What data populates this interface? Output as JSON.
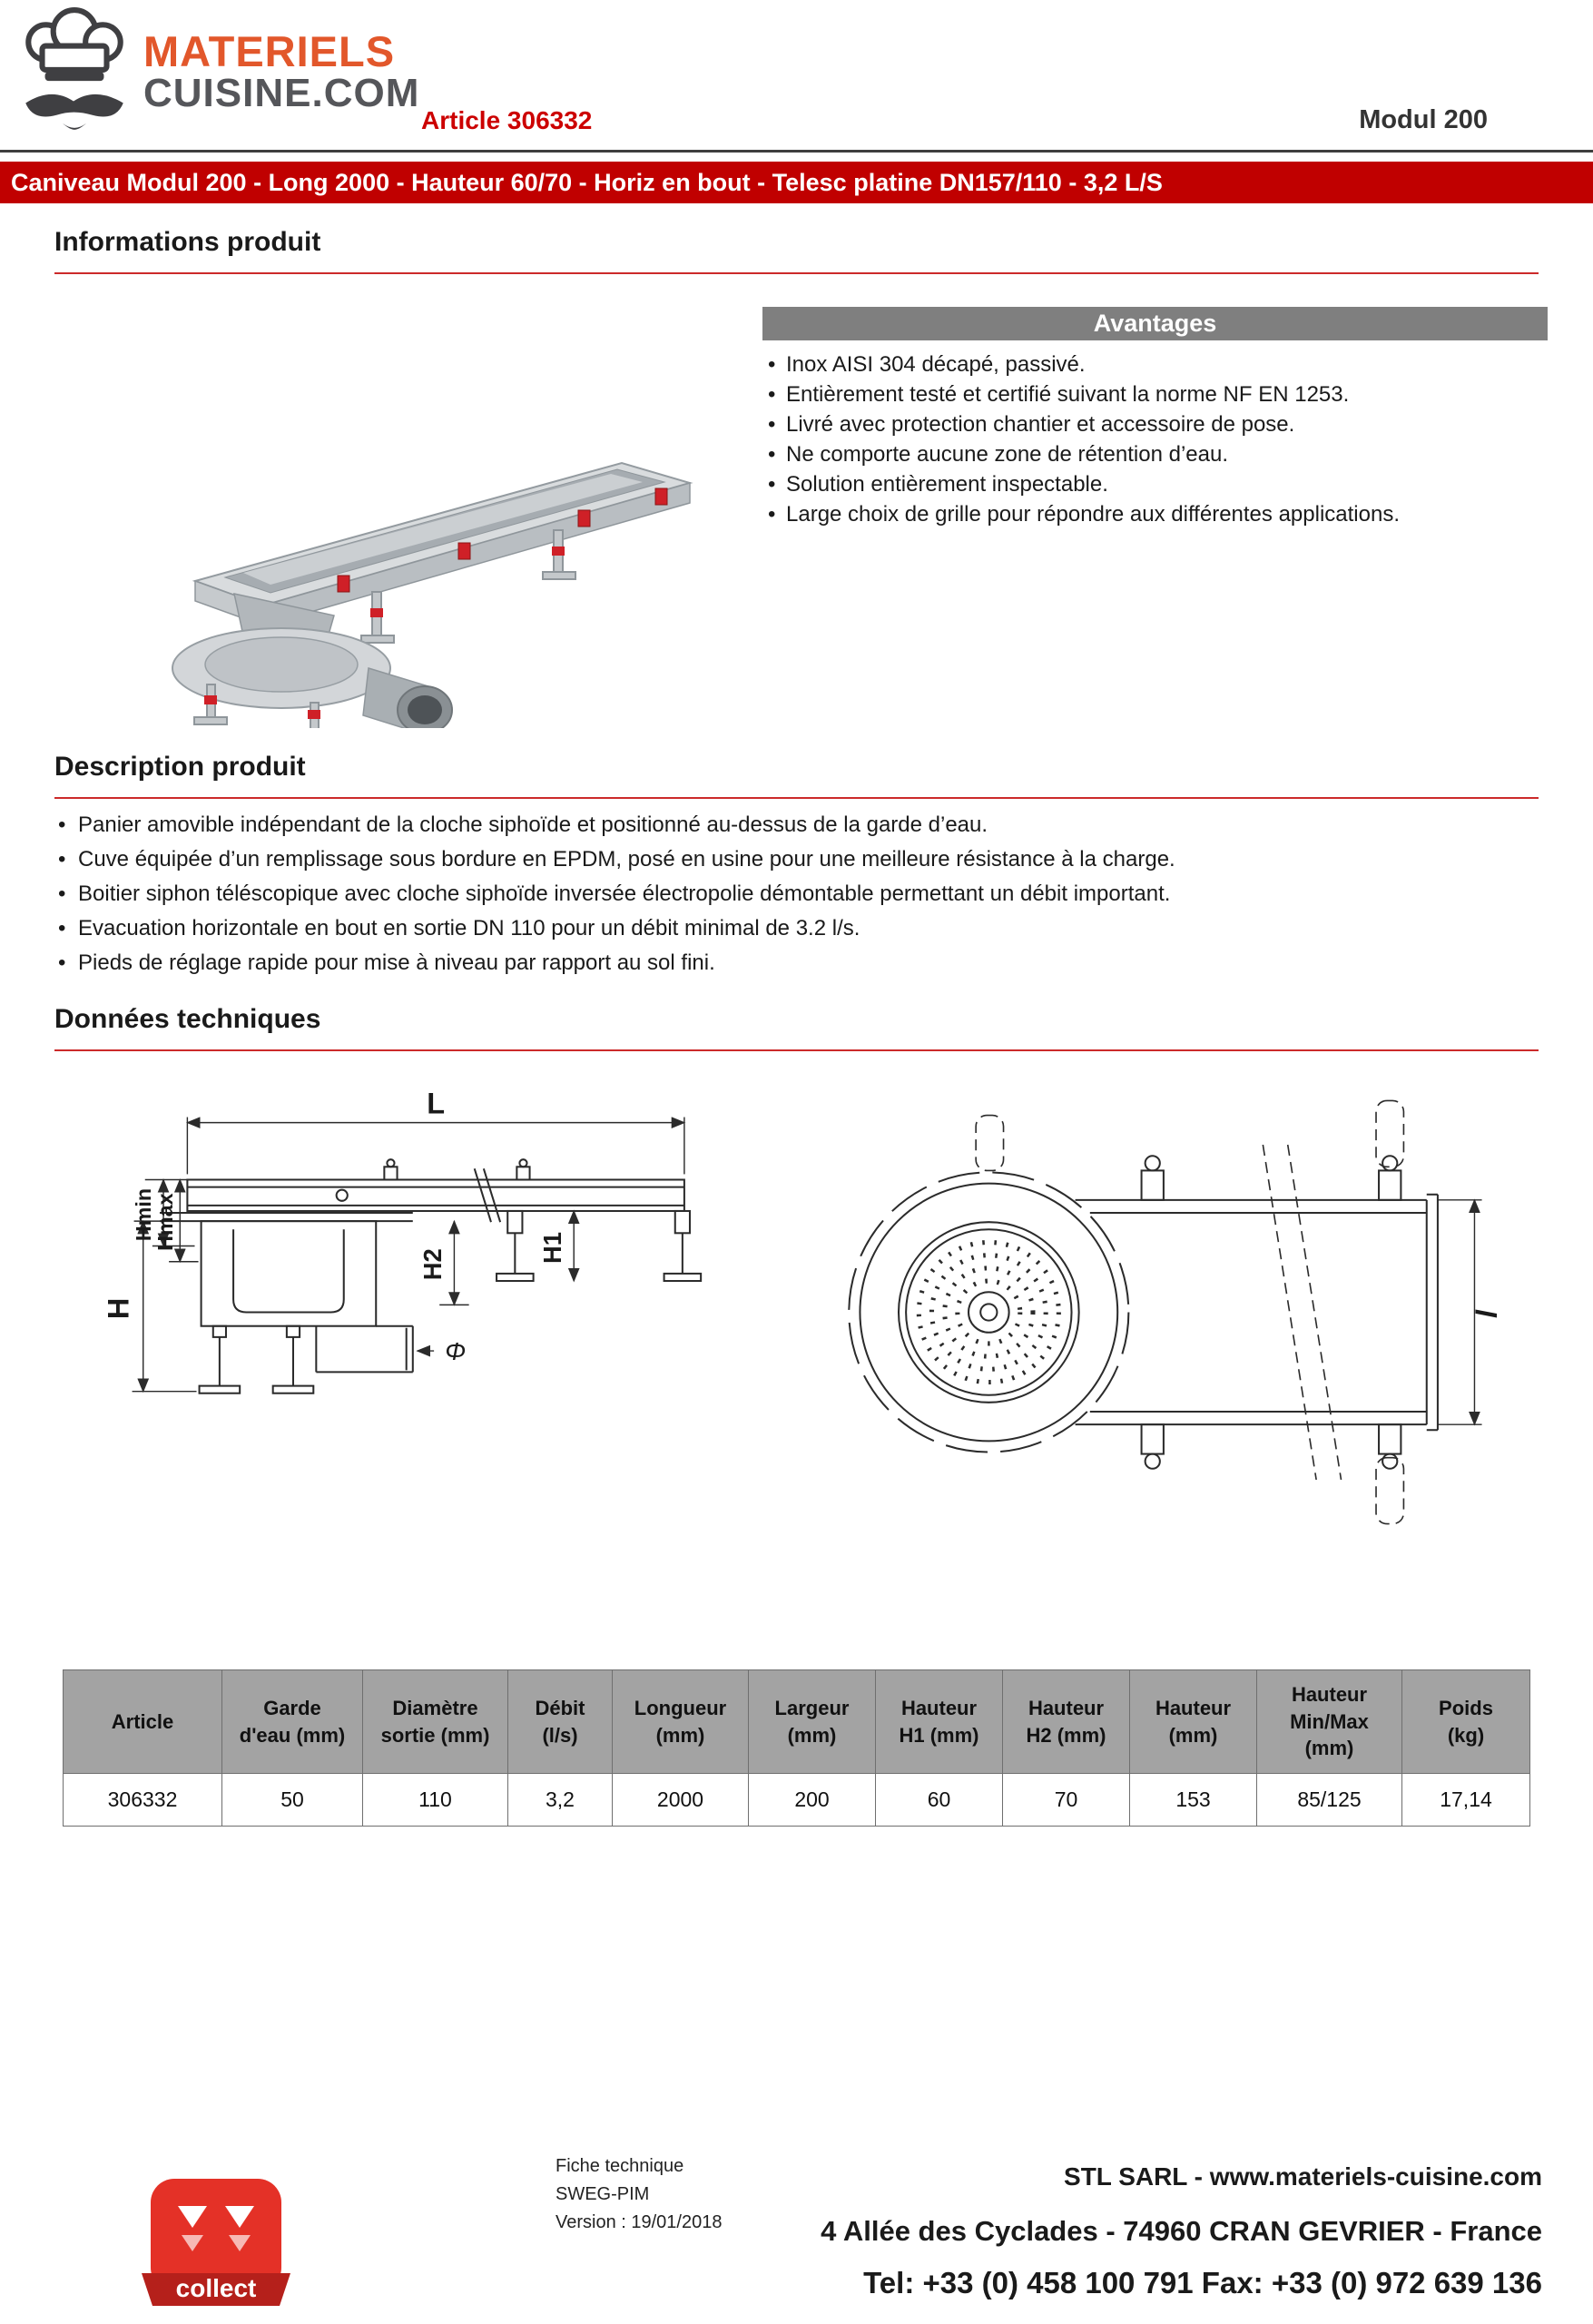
{
  "header": {
    "logo_line1": "MATERIELS",
    "logo_line2": "CUISINE.COM",
    "article_label": "Article 306332",
    "model": "Modul 200"
  },
  "banner": {
    "title": "Caniveau Modul 200 - Long 2000 - Hauteur 60/70 - Horiz en bout - Telesc platine DN157/110 - 3,2 L/S"
  },
  "sections": {
    "informations": "Informations produit",
    "description": "Description produit",
    "donnees": "Données techniques"
  },
  "avantages": {
    "title": "Avantages",
    "items": [
      "Inox AISI 304 décapé, passivé.",
      "Entièrement testé et certifié suivant la norme NF EN 1253.",
      "Livré avec protection chantier et accessoire de pose.",
      "Ne comporte aucune zone de rétention d’eau.",
      "Solution entièrement inspectable.",
      "Large choix de grille pour répondre aux différentes applications."
    ]
  },
  "description_items": [
    "Panier amovible indépendant de la cloche siphoïde et positionné au-dessus de la garde d’eau.",
    "Cuve équipée d’un remplissage sous bordure en EPDM, posé en usine pour une meilleure résistance à la charge.",
    "Boitier siphon téléscopique avec cloche siphoïde inversée électropolie démontable permettant un débit important.",
    "Evacuation horizontale en bout en sortie DN 110 pour un débit minimal de 3.2 l/s.",
    "Pieds de réglage rapide pour mise à niveau par rapport au sol fini."
  ],
  "drawings": {
    "labels": {
      "L": "L",
      "Hmin": "Hmin",
      "Hmax": "Hmax",
      "H": "H",
      "H2": "H2",
      "H1": "H1",
      "phi": "Φ",
      "l": "l"
    }
  },
  "table": {
    "headers": [
      "Article",
      "Garde\nd'eau (mm)",
      "Diamètre\nsortie (mm)",
      "Débit\n(l/s)",
      "Longueur\n(mm)",
      "Largeur\n(mm)",
      "Hauteur\nH1  (mm)",
      "Hauteur\nH2  (mm)",
      "Hauteur\n(mm)",
      "Hauteur\nMin/Max\n(mm)",
      "Poids\n(kg)"
    ],
    "row": [
      "306332",
      "50",
      "110",
      "3,2",
      "2000",
      "200",
      "60",
      "70",
      "153",
      "85/125",
      "17,14"
    ]
  },
  "footer": {
    "company": "STL SARL - www.materiels-cuisine.com",
    "address": "4 Allée des Cyclades - 74960 CRAN GEVRIER - France",
    "tel": "Tel: +33 (0) 458 100 791 Fax: +33 (0) 972 639 136",
    "fiche_line1": "Fiche technique",
    "fiche_line2": "SWEG-PIM",
    "fiche_line3": "Version : 19/01/2018",
    "collect_label": "collect"
  },
  "colors": {
    "banner_red": "#c00000",
    "accent_orange": "#e2572b",
    "gray_header": "#7f7f7f",
    "table_header_gray": "#a3a3a3"
  }
}
